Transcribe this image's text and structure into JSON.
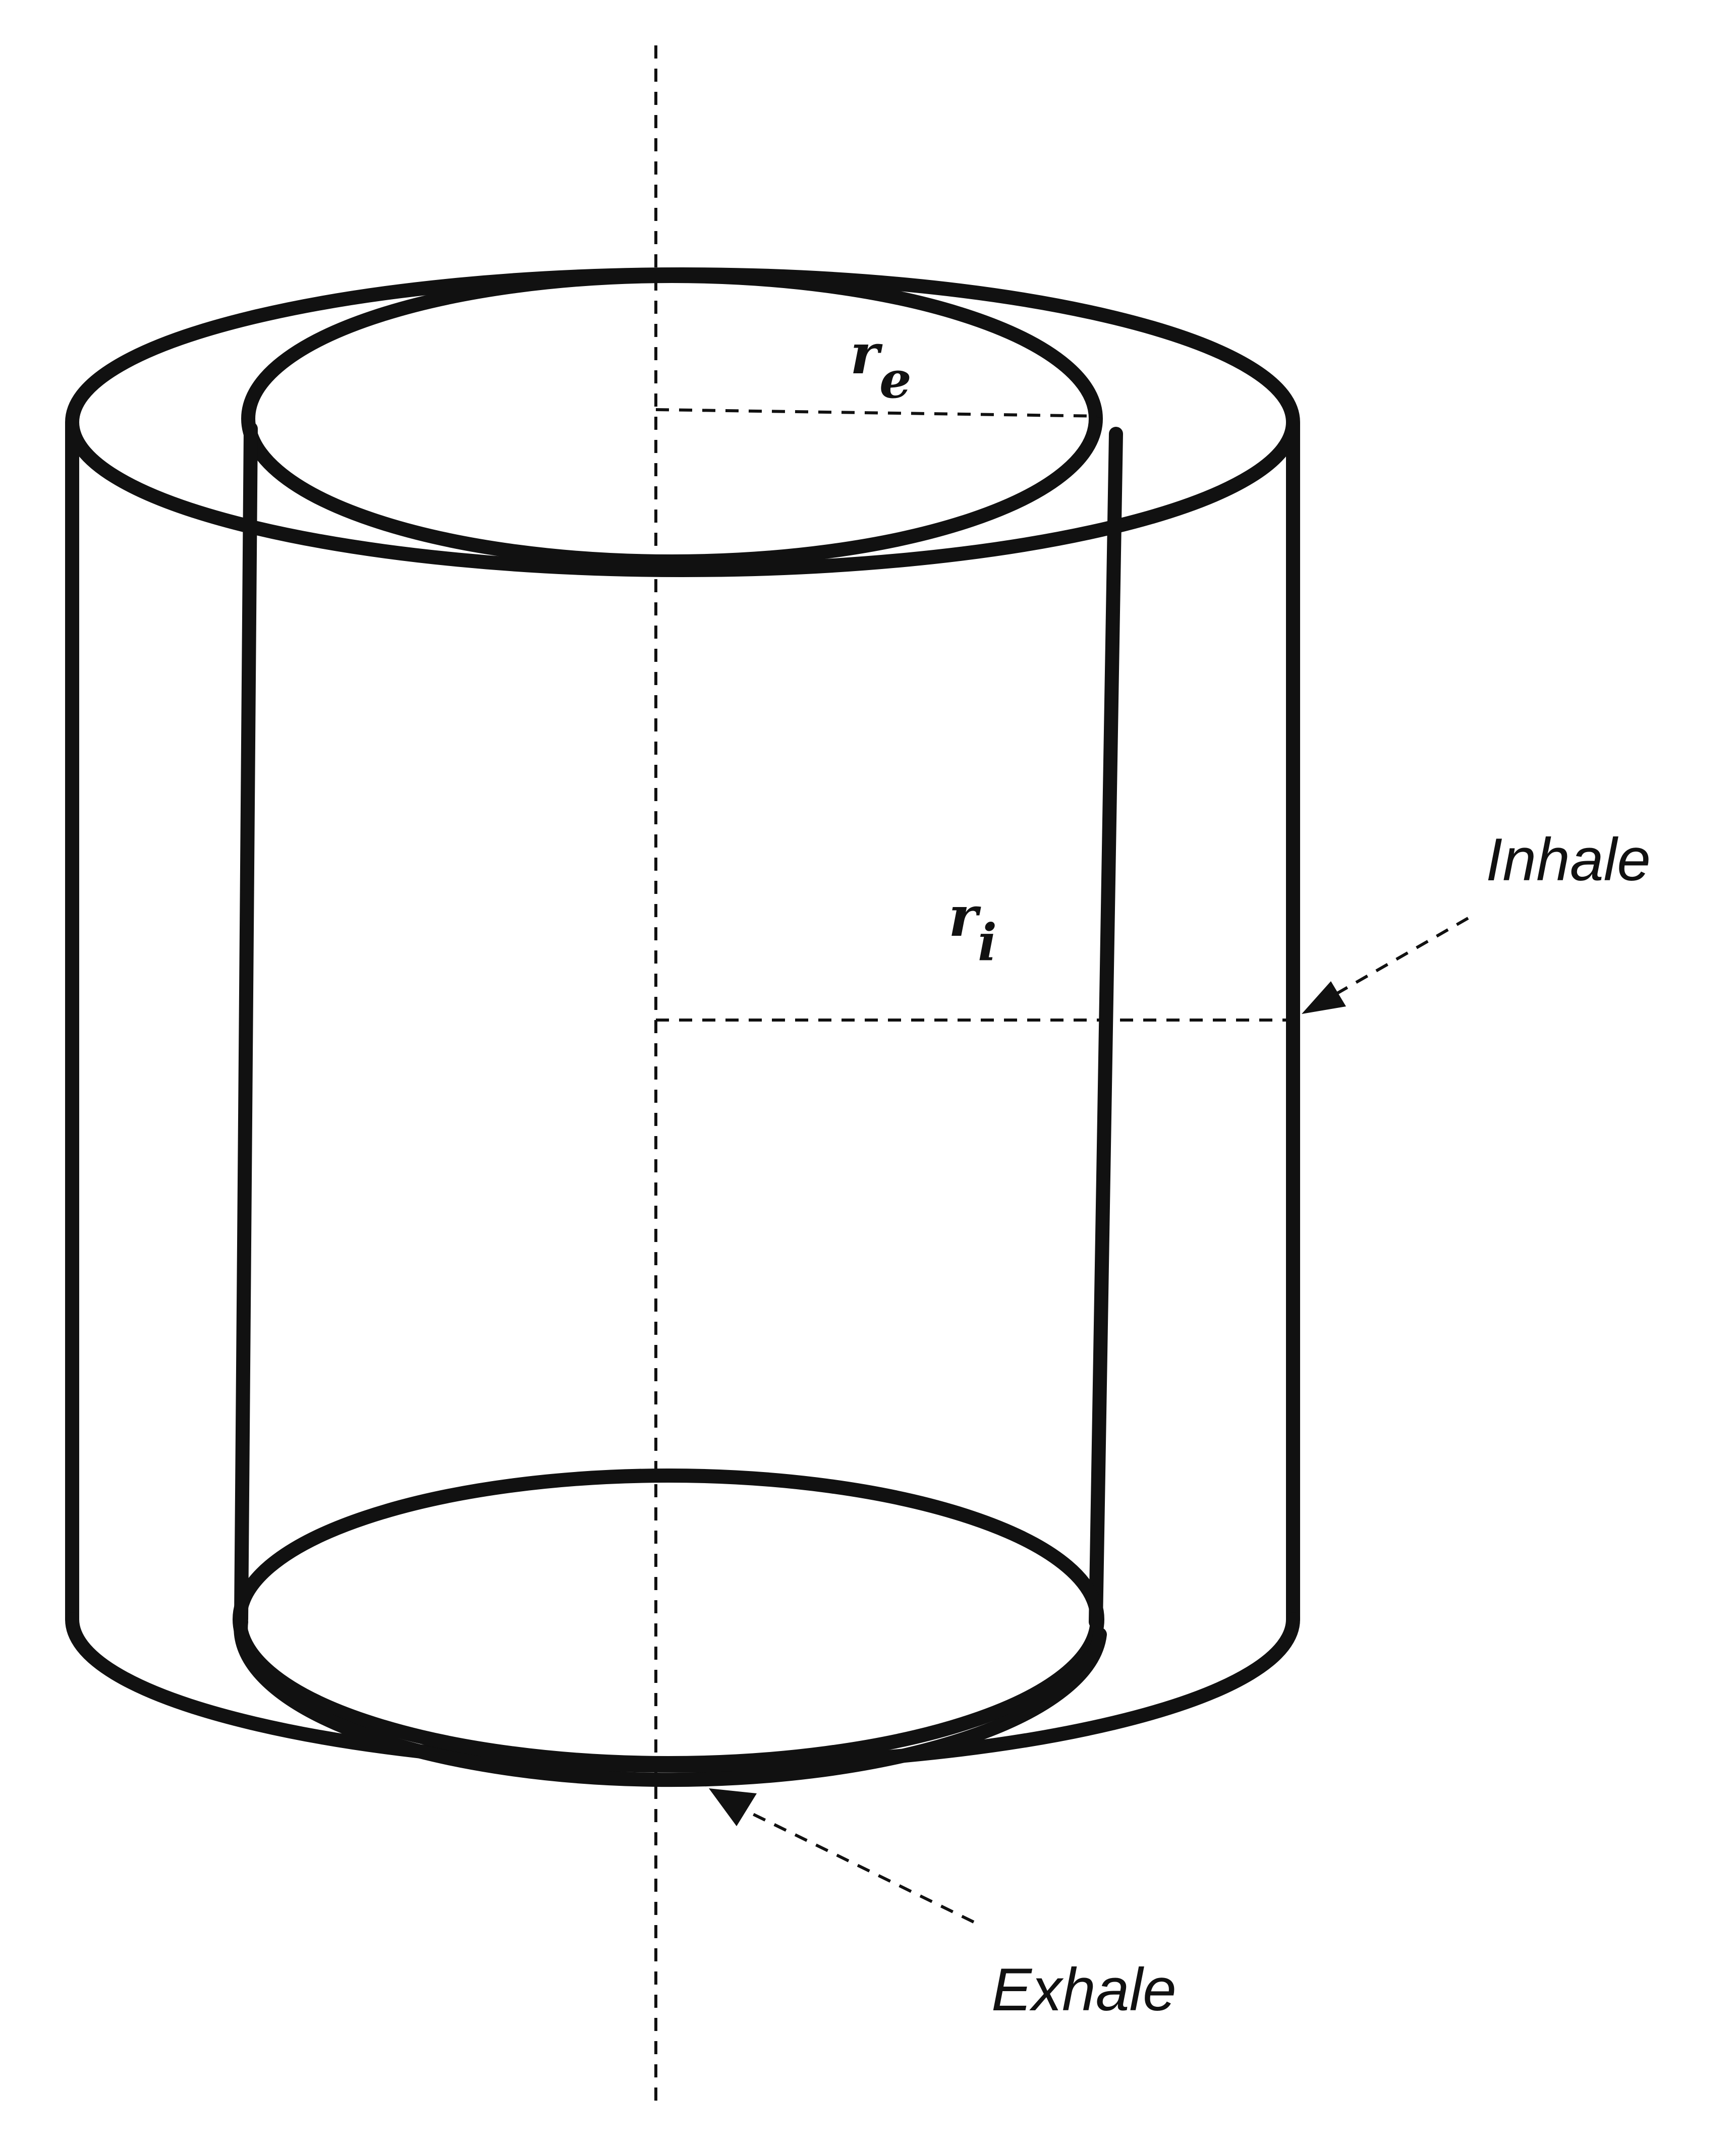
{
  "labels": {
    "r_e_main": "r",
    "r_e_sub": "e",
    "r_i_main": "r",
    "r_i_sub": "i",
    "inhale": "Inhale",
    "exhale": "Exhale"
  },
  "colors": {
    "line": "#111111",
    "background": "#ffffff"
  }
}
